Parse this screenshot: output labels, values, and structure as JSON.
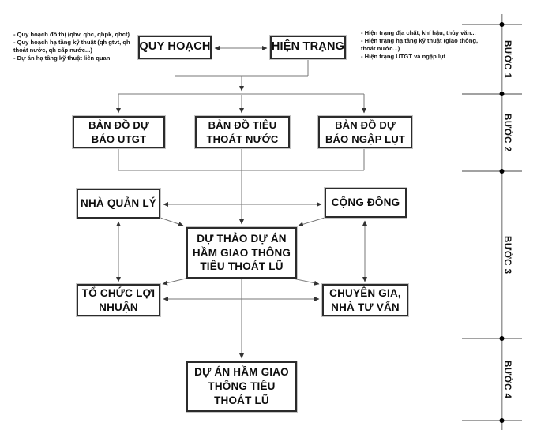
{
  "title": "Flowchart - Quy trinh du an ham giao thong tieu thoat lu",
  "annotations": {
    "left": {
      "lines": [
        "- Quy hoạch đô thị (qhv, qhc, qhpk, qhct)",
        "- Quy hoạch hạ tầng kỹ thuật (qh gtvt, qh",
        "thoát nước, qh cấp nước...)",
        "- Dự án hạ tầng kỹ thuật liên quan"
      ]
    },
    "right": {
      "lines": [
        "- Hiện trạng địa chất, khí hậu, thủy văn...",
        "- Hiện trạng hạ tầng kỹ thuật (giao thông,",
        "thoát nước...)",
        "- Hiện trạng UTGT và ngập lụt"
      ]
    }
  },
  "boxes": {
    "quy_hoach": {
      "label": "QUY HOẠCH"
    },
    "hien_trang": {
      "label": "HIỆN TRẠNG"
    },
    "ban_do_utgt": {
      "lines": [
        "BẢN ĐỒ DỰ",
        "BÁO UTGT"
      ]
    },
    "ban_do_tieu_thoat": {
      "lines": [
        "BẢN ĐỒ TIÊU",
        "THOÁT NƯỚC"
      ]
    },
    "ban_do_ngap_lut": {
      "lines": [
        "BẢN ĐỒ DỰ",
        "BÁO NGẬP LỤT"
      ]
    },
    "nha_quan_ly": {
      "label": "NHÀ QUẢN LÝ"
    },
    "cong_dong": {
      "label": "CỘNG ĐỒNG"
    },
    "du_thao": {
      "lines": [
        "DỰ THẢO DỰ ÁN",
        "HẦM GIAO THÔNG",
        "TIÊU THOÁT LŨ"
      ]
    },
    "to_chuc": {
      "lines": [
        "TỔ CHỨC LỢI",
        "NHUẬN"
      ]
    },
    "chuyen_gia": {
      "lines": [
        "CHUYÊN GIA,",
        "NHÀ TƯ VẤN"
      ]
    },
    "du_an": {
      "lines": [
        "DỰ ÁN HẦM GIAO",
        "THÔNG TIÊU",
        "THOÁT LŨ"
      ]
    }
  },
  "steps": [
    {
      "label": "BƯỚC 1"
    },
    {
      "label": "BƯỚC 2"
    },
    {
      "label": "BƯỚC 3"
    },
    {
      "label": "BƯỚC 4"
    }
  ],
  "colors": {
    "background": "#ffffff",
    "box_border": "#2b2b2b",
    "connector": "#777777",
    "arrowhead": "#333333",
    "ruler_line": "#9a9a9a",
    "text": "#0d0d0d"
  }
}
